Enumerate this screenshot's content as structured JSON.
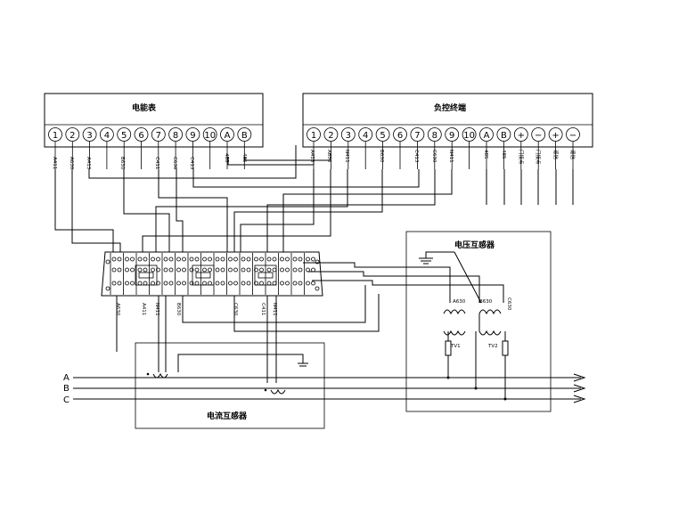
{
  "meter": {
    "title": "电能表",
    "terminals": [
      "1",
      "2",
      "3",
      "4",
      "5",
      "6",
      "7",
      "8",
      "9",
      "10",
      "A",
      "B"
    ],
    "wires": [
      "A411",
      "A630",
      "A413",
      "B630",
      "C411",
      "C630",
      "C413",
      "485",
      "485"
    ]
  },
  "controller": {
    "title": "负控终端",
    "terminals": [
      "1",
      "2",
      "3",
      "4",
      "5",
      "6",
      "7",
      "8",
      "9",
      "10",
      "A",
      "B",
      "+",
      "−",
      "+",
      "−"
    ],
    "wires": [
      "A413",
      "A630",
      "N411",
      "B630",
      "C413",
      "C630",
      "N411",
      "485",
      "485",
      "门接点",
      "门接点",
      "遥信",
      "遥信"
    ]
  },
  "junction": {
    "labels": [
      "A630",
      "A411",
      "N411",
      "B630",
      "C630",
      "C411",
      "N411"
    ]
  },
  "vt": {
    "title": "电压互感器",
    "labels": [
      "A630",
      "B630",
      "C630",
      "TV1",
      "TV2"
    ]
  },
  "ct": {
    "title": "电流互感器"
  },
  "phases": [
    "A",
    "B",
    "C"
  ]
}
